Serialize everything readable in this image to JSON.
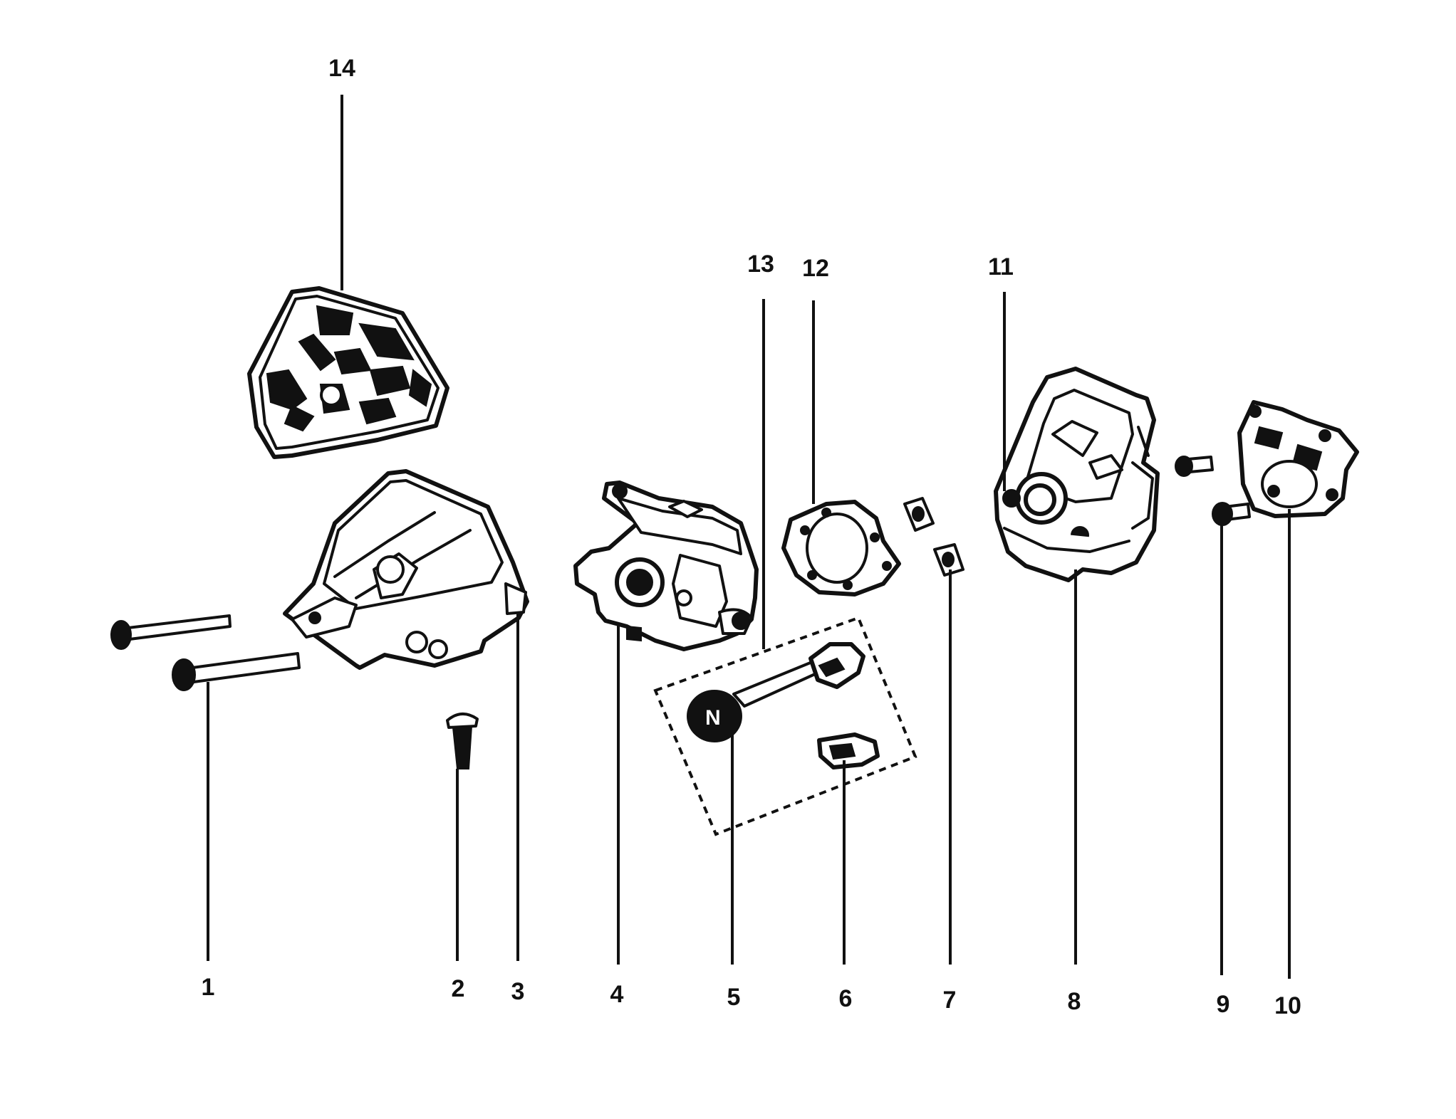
{
  "diagram": {
    "kind": "exploded parts diagram",
    "callouts": [
      "1",
      "2",
      "3",
      "4",
      "5",
      "6",
      "7",
      "8",
      "9",
      "10",
      "11",
      "12",
      "13",
      "14"
    ],
    "stamp": "N"
  }
}
